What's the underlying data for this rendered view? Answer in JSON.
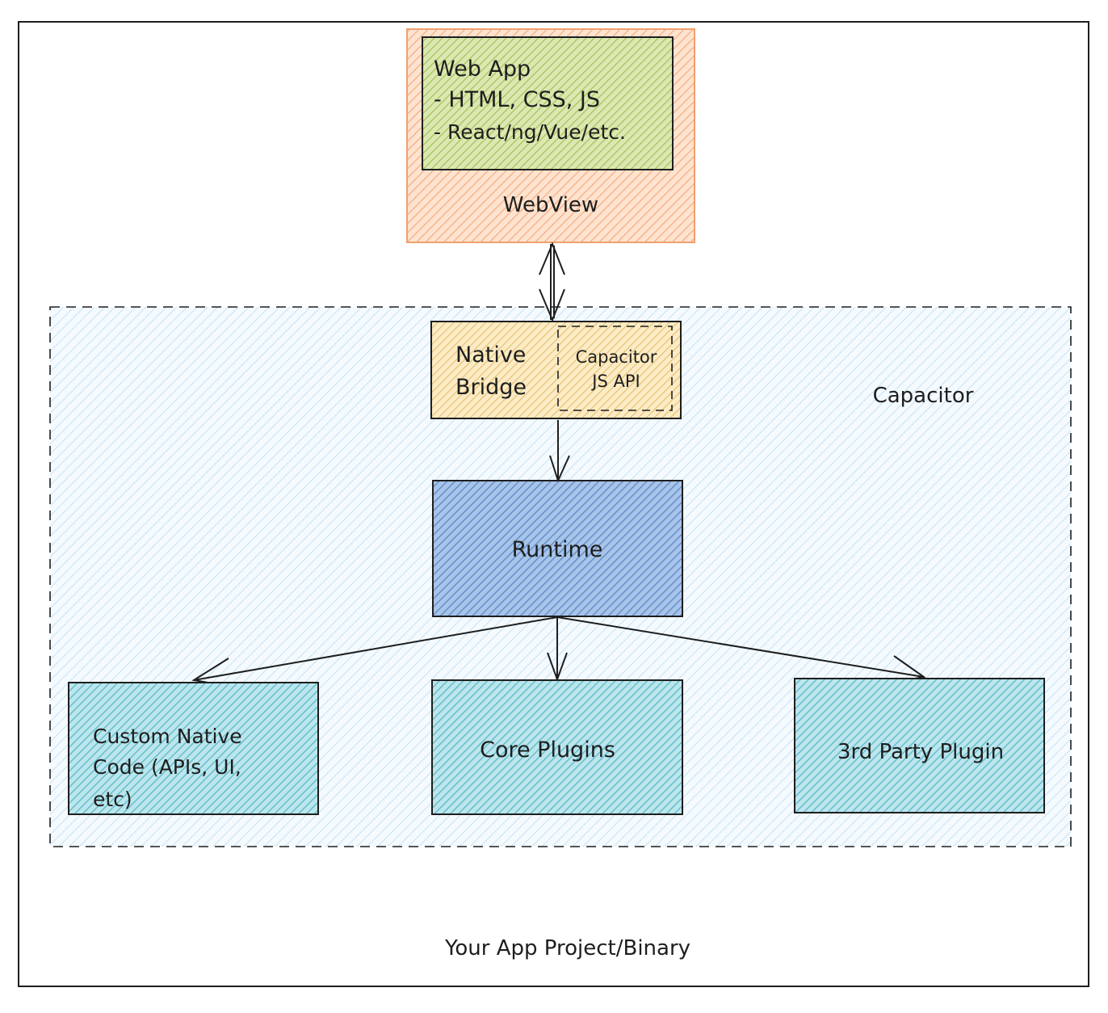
{
  "outer_label": "Your App Project/Binary",
  "webview": {
    "label": "WebView",
    "web_app_lines": [
      "Web App",
      "- HTML, CSS, JS",
      "- React/ng/Vue/etc."
    ]
  },
  "capacitor": {
    "label": "Capacitor",
    "native_bridge_lines": [
      "Native",
      "Bridge"
    ],
    "js_api_lines": [
      "Capacitor",
      "JS API"
    ],
    "runtime_label": "Runtime",
    "custom_native_lines": [
      "Custom Native",
      "Code (APIs, UI,",
      "etc)"
    ],
    "core_plugins_label": "Core Plugins",
    "third_party_label": "3rd Party Plugin"
  },
  "colors": {
    "webview_fill": "#ffc9a5",
    "webview_stroke": "#f4a77a",
    "web_app_fill": "#c7db86",
    "capacitor_fill": "#d7ecf8",
    "bridge_fill": "#f7d99a",
    "runtime_fill": "#7fa6d8",
    "plugin_fill": "#8fd1dc",
    "stroke": "#1e1e1e"
  }
}
